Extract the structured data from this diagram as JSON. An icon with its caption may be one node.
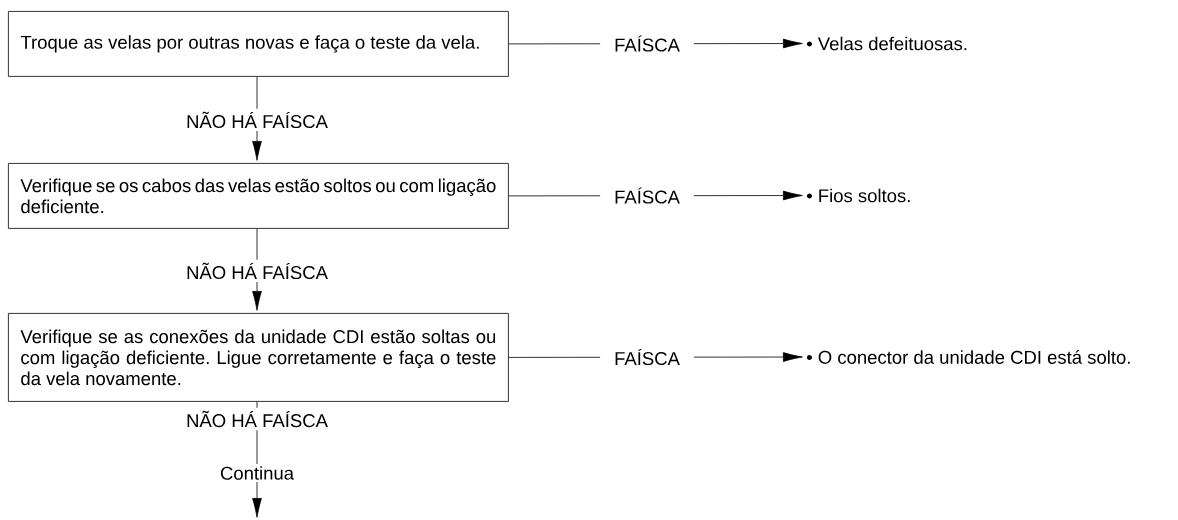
{
  "diagram": {
    "nodes": [
      {
        "text": [
          "Troque as velas por outras novas e faça o teste da vela."
        ]
      },
      {
        "text": [
          "Verifique se os cabos das velas estão soltos ou com ligação deficiente."
        ]
      },
      {
        "text": [
          "Verifique se as conexões da unidade CDI estão soltas ou com ligação deficiente. Ligue corretamente e faça o teste da vela novamente."
        ]
      },
      {
        "text": [
          "• Velas defeituosas."
        ]
      },
      {
        "text": [
          "• Fios soltos."
        ]
      },
      {
        "text": [
          "• O conector da unidade CDI está solto."
        ]
      },
      {
        "text": [
          "Continua"
        ]
      }
    ],
    "edges": [
      {
        "from": 0,
        "to": 3,
        "arrow": "to",
        "label": "FAÍSCA"
      },
      {
        "from": 0,
        "to": 1,
        "arrow": "to",
        "label": "NÃO HÁ FAÍSCA"
      },
      {
        "from": 1,
        "to": 4,
        "arrow": "to",
        "label": "FAÍSCA"
      },
      {
        "from": 1,
        "to": 2,
        "arrow": "to",
        "label": "NÃO HÁ FAÍSCA"
      },
      {
        "from": 2,
        "to": 5,
        "arrow": "to",
        "label": "FAÍSCA"
      },
      {
        "from": 2,
        "to": 6,
        "arrow": "none",
        "label": "NÃO HÁ FAÍSCA"
      },
      {
        "from": 6,
        "to": null,
        "arrow": "to"
      }
    ]
  }
}
